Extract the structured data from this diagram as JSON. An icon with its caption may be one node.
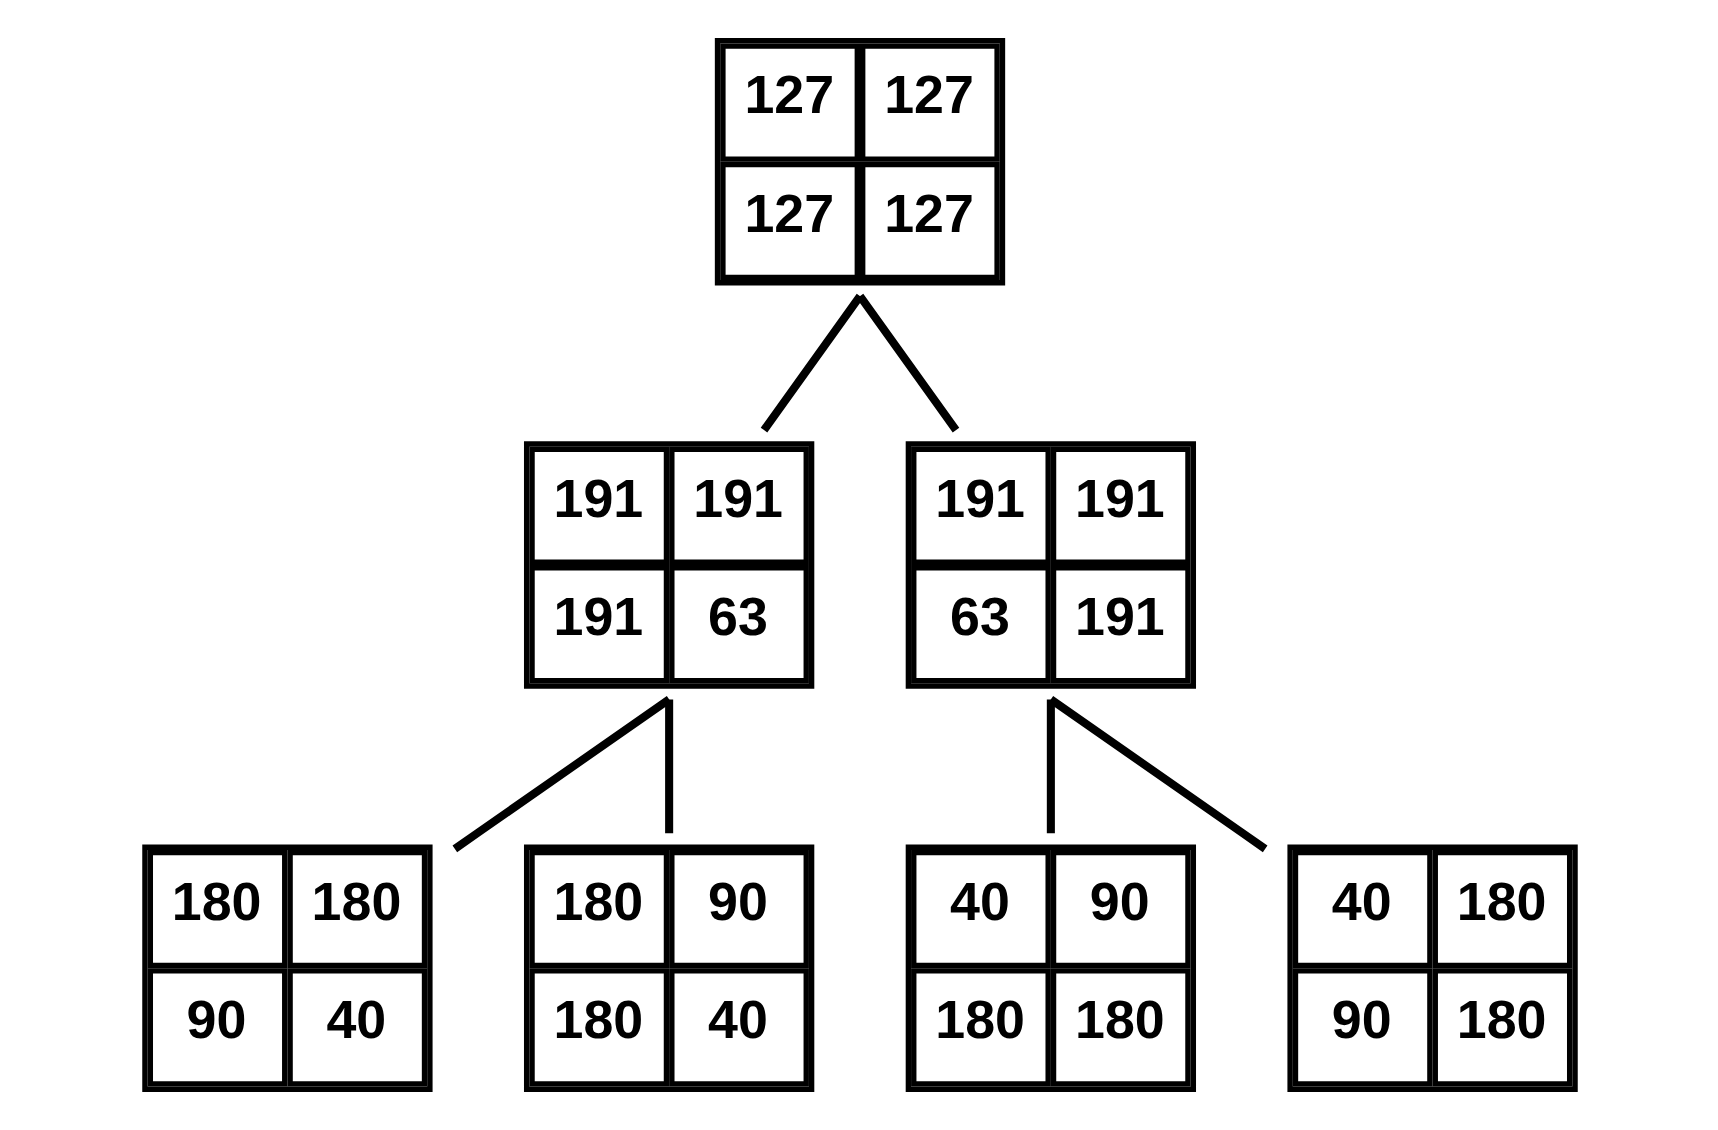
{
  "diagram": {
    "nodes": [
      {
        "text": [
          "127",
          "127",
          "127",
          "127"
        ]
      },
      {
        "text": [
          "191",
          "191",
          "191",
          "63"
        ]
      },
      {
        "text": [
          "191",
          "191",
          "63",
          "191"
        ]
      },
      {
        "text": [
          "180",
          "180",
          "90",
          "40"
        ]
      },
      {
        "text": [
          "180",
          "90",
          "180",
          "40"
        ]
      },
      {
        "text": [
          "40",
          "90",
          "180",
          "180"
        ]
      },
      {
        "text": [
          "40",
          "180",
          "90",
          "180"
        ]
      }
    ],
    "edges": [
      {
        "from": 0,
        "to": 1,
        "arrow": "none"
      },
      {
        "from": 0,
        "to": 2,
        "arrow": "none"
      },
      {
        "from": 1,
        "to": 3,
        "arrow": "none"
      },
      {
        "from": 1,
        "to": 4,
        "arrow": "none"
      },
      {
        "from": 2,
        "to": 5,
        "arrow": "none"
      },
      {
        "from": 2,
        "to": 6,
        "arrow": "none"
      }
    ]
  }
}
